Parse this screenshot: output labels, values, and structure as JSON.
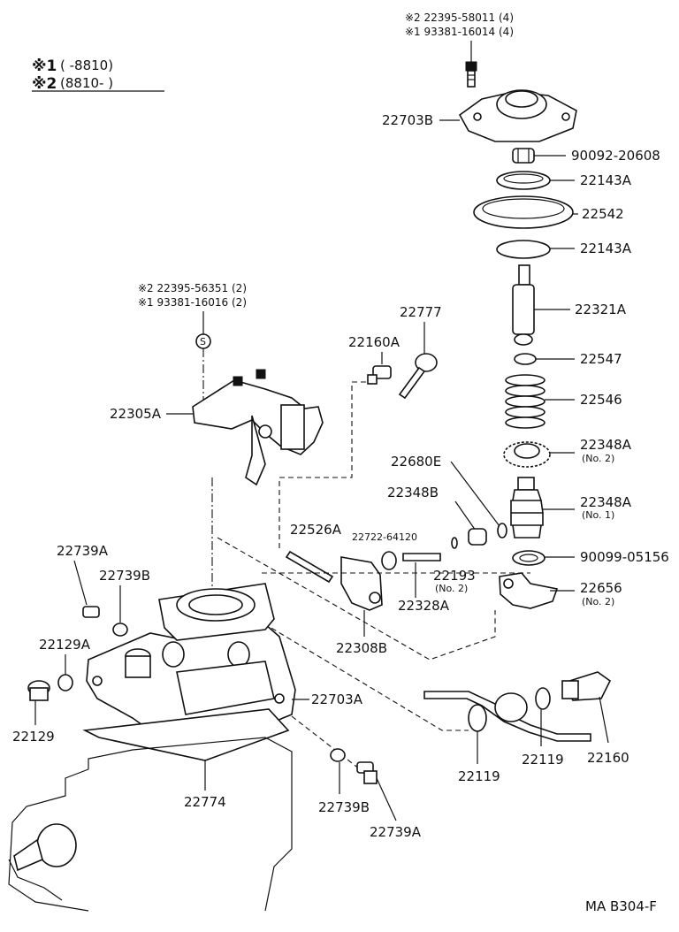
{
  "legend": {
    "line1_mark": "※1",
    "line1_range": "(        -8810)",
    "line2_mark": "※2",
    "line2_range": "(8810-            )"
  },
  "notes": {
    "top_note_1": "※2 22395-58011 (4)",
    "top_note_2": "※1 93381-16014 (4)",
    "mid_note_1": "※2 22395-56351 (2)",
    "mid_note_2": "※1 93381-16016 (2)",
    "s_mark": "S"
  },
  "labels": {
    "p22703B": "22703B",
    "p90092": "90092-20608",
    "p22143A_1": "22143A",
    "p22542": "22542",
    "p22143A_2": "22143A",
    "p22321A": "22321A",
    "p22547": "22547",
    "p22546": "22546",
    "p22348A_1": "22348A",
    "p22348A_1_sub": "(No. 2)",
    "p22680E": "22680E",
    "p22348B": "22348B",
    "p22348A_2": "22348A",
    "p22348A_2_sub": "(No. 1)",
    "p90099": "90099-05156",
    "p22656": "22656",
    "p22656_sub": "(No. 2)",
    "p22777": "22777",
    "p22160A": "22160A",
    "p22305A": "22305A",
    "p22526A": "22526A",
    "p22722": "22722-64120",
    "p22193": "22193",
    "p22193_sub": "(No. 2)",
    "p22328A": "22328A",
    "p22308B": "22308B",
    "p22739A_1": "22739A",
    "p22739B_1": "22739B",
    "p22129A": "22129A",
    "p22129": "22129",
    "p22703A": "22703A",
    "p22774": "22774",
    "p22739B_2": "22739B",
    "p22739A_2": "22739A",
    "p22119_1": "22119",
    "p22119_2": "22119",
    "p22160": "22160"
  },
  "footer": {
    "code": "MA B304-F"
  }
}
